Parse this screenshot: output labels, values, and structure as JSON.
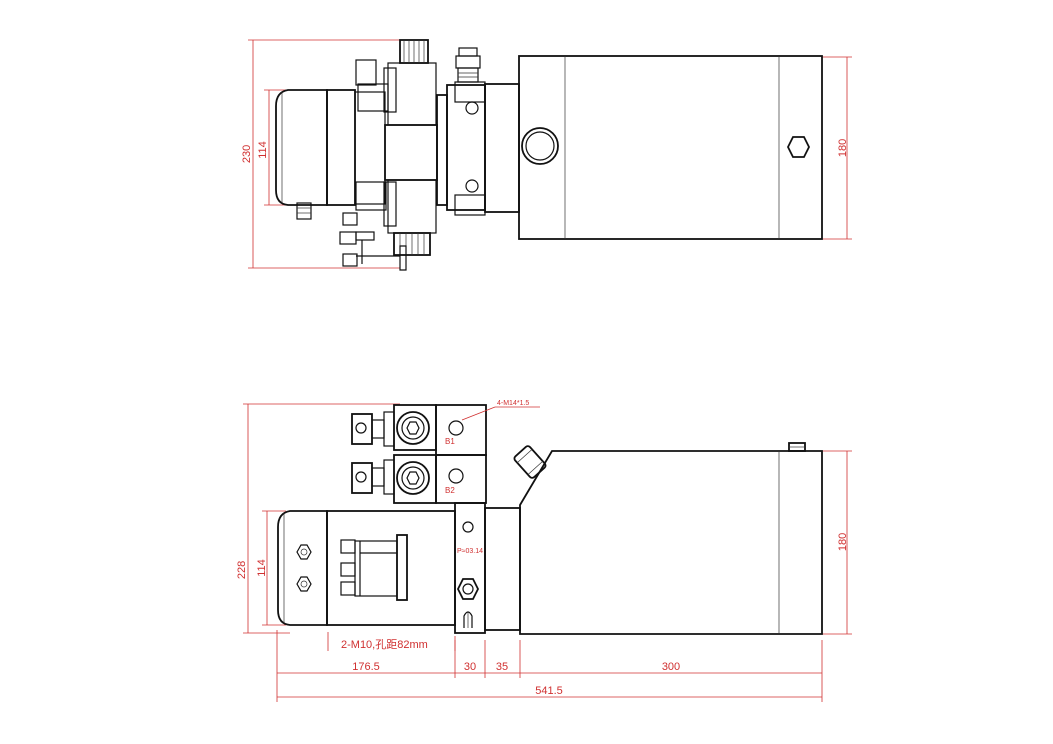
{
  "top_view": {
    "dims": {
      "overall_height": "230",
      "motor_height": "114",
      "tank_height": "180"
    }
  },
  "side_view": {
    "dims": {
      "overall_height": "228",
      "motor_height": "114",
      "tank_height": "180",
      "seg_motor": "176.5",
      "seg_block": "30",
      "seg_adapter": "35",
      "seg_tank": "300",
      "overall_length": "541.5"
    },
    "notes": {
      "mount_holes": "2-M10,孔距82mm",
      "port_thread": "4-M14*1.5",
      "port_b1": "B1",
      "port_b2": "B2",
      "valve_tag": "P≈03.14"
    }
  }
}
